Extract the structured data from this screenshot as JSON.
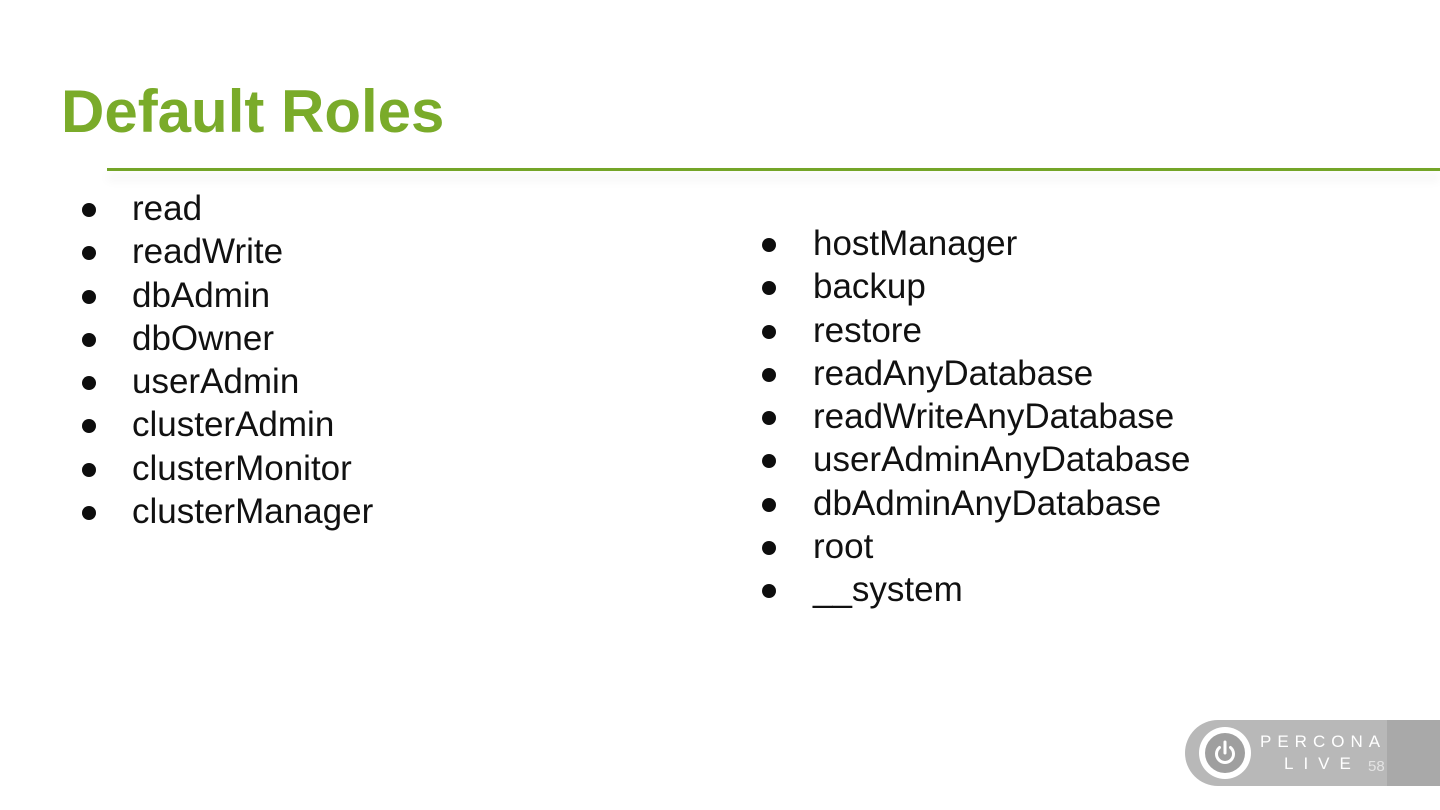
{
  "slide": {
    "title": "Default Roles",
    "page_number": "58"
  },
  "left_column": {
    "items": [
      "read",
      "readWrite",
      "dbAdmin",
      "dbOwner",
      "userAdmin",
      "clusterAdmin",
      "clusterMonitor",
      "clusterManager"
    ]
  },
  "right_column": {
    "items": [
      "hostManager",
      "backup",
      "restore",
      "readAnyDatabase",
      "readWriteAnyDatabase",
      "userAdminAnyDatabase",
      "dbAdminAnyDatabase",
      "root",
      "__system"
    ]
  },
  "logo": {
    "word_top": "PERCONA",
    "word_bottom": "LIVE",
    "icon": "power-icon"
  },
  "colors": {
    "title": "#7aab2a",
    "rule": "#74a528",
    "text": "#111111",
    "logo_badge": "#b8b8b8"
  }
}
